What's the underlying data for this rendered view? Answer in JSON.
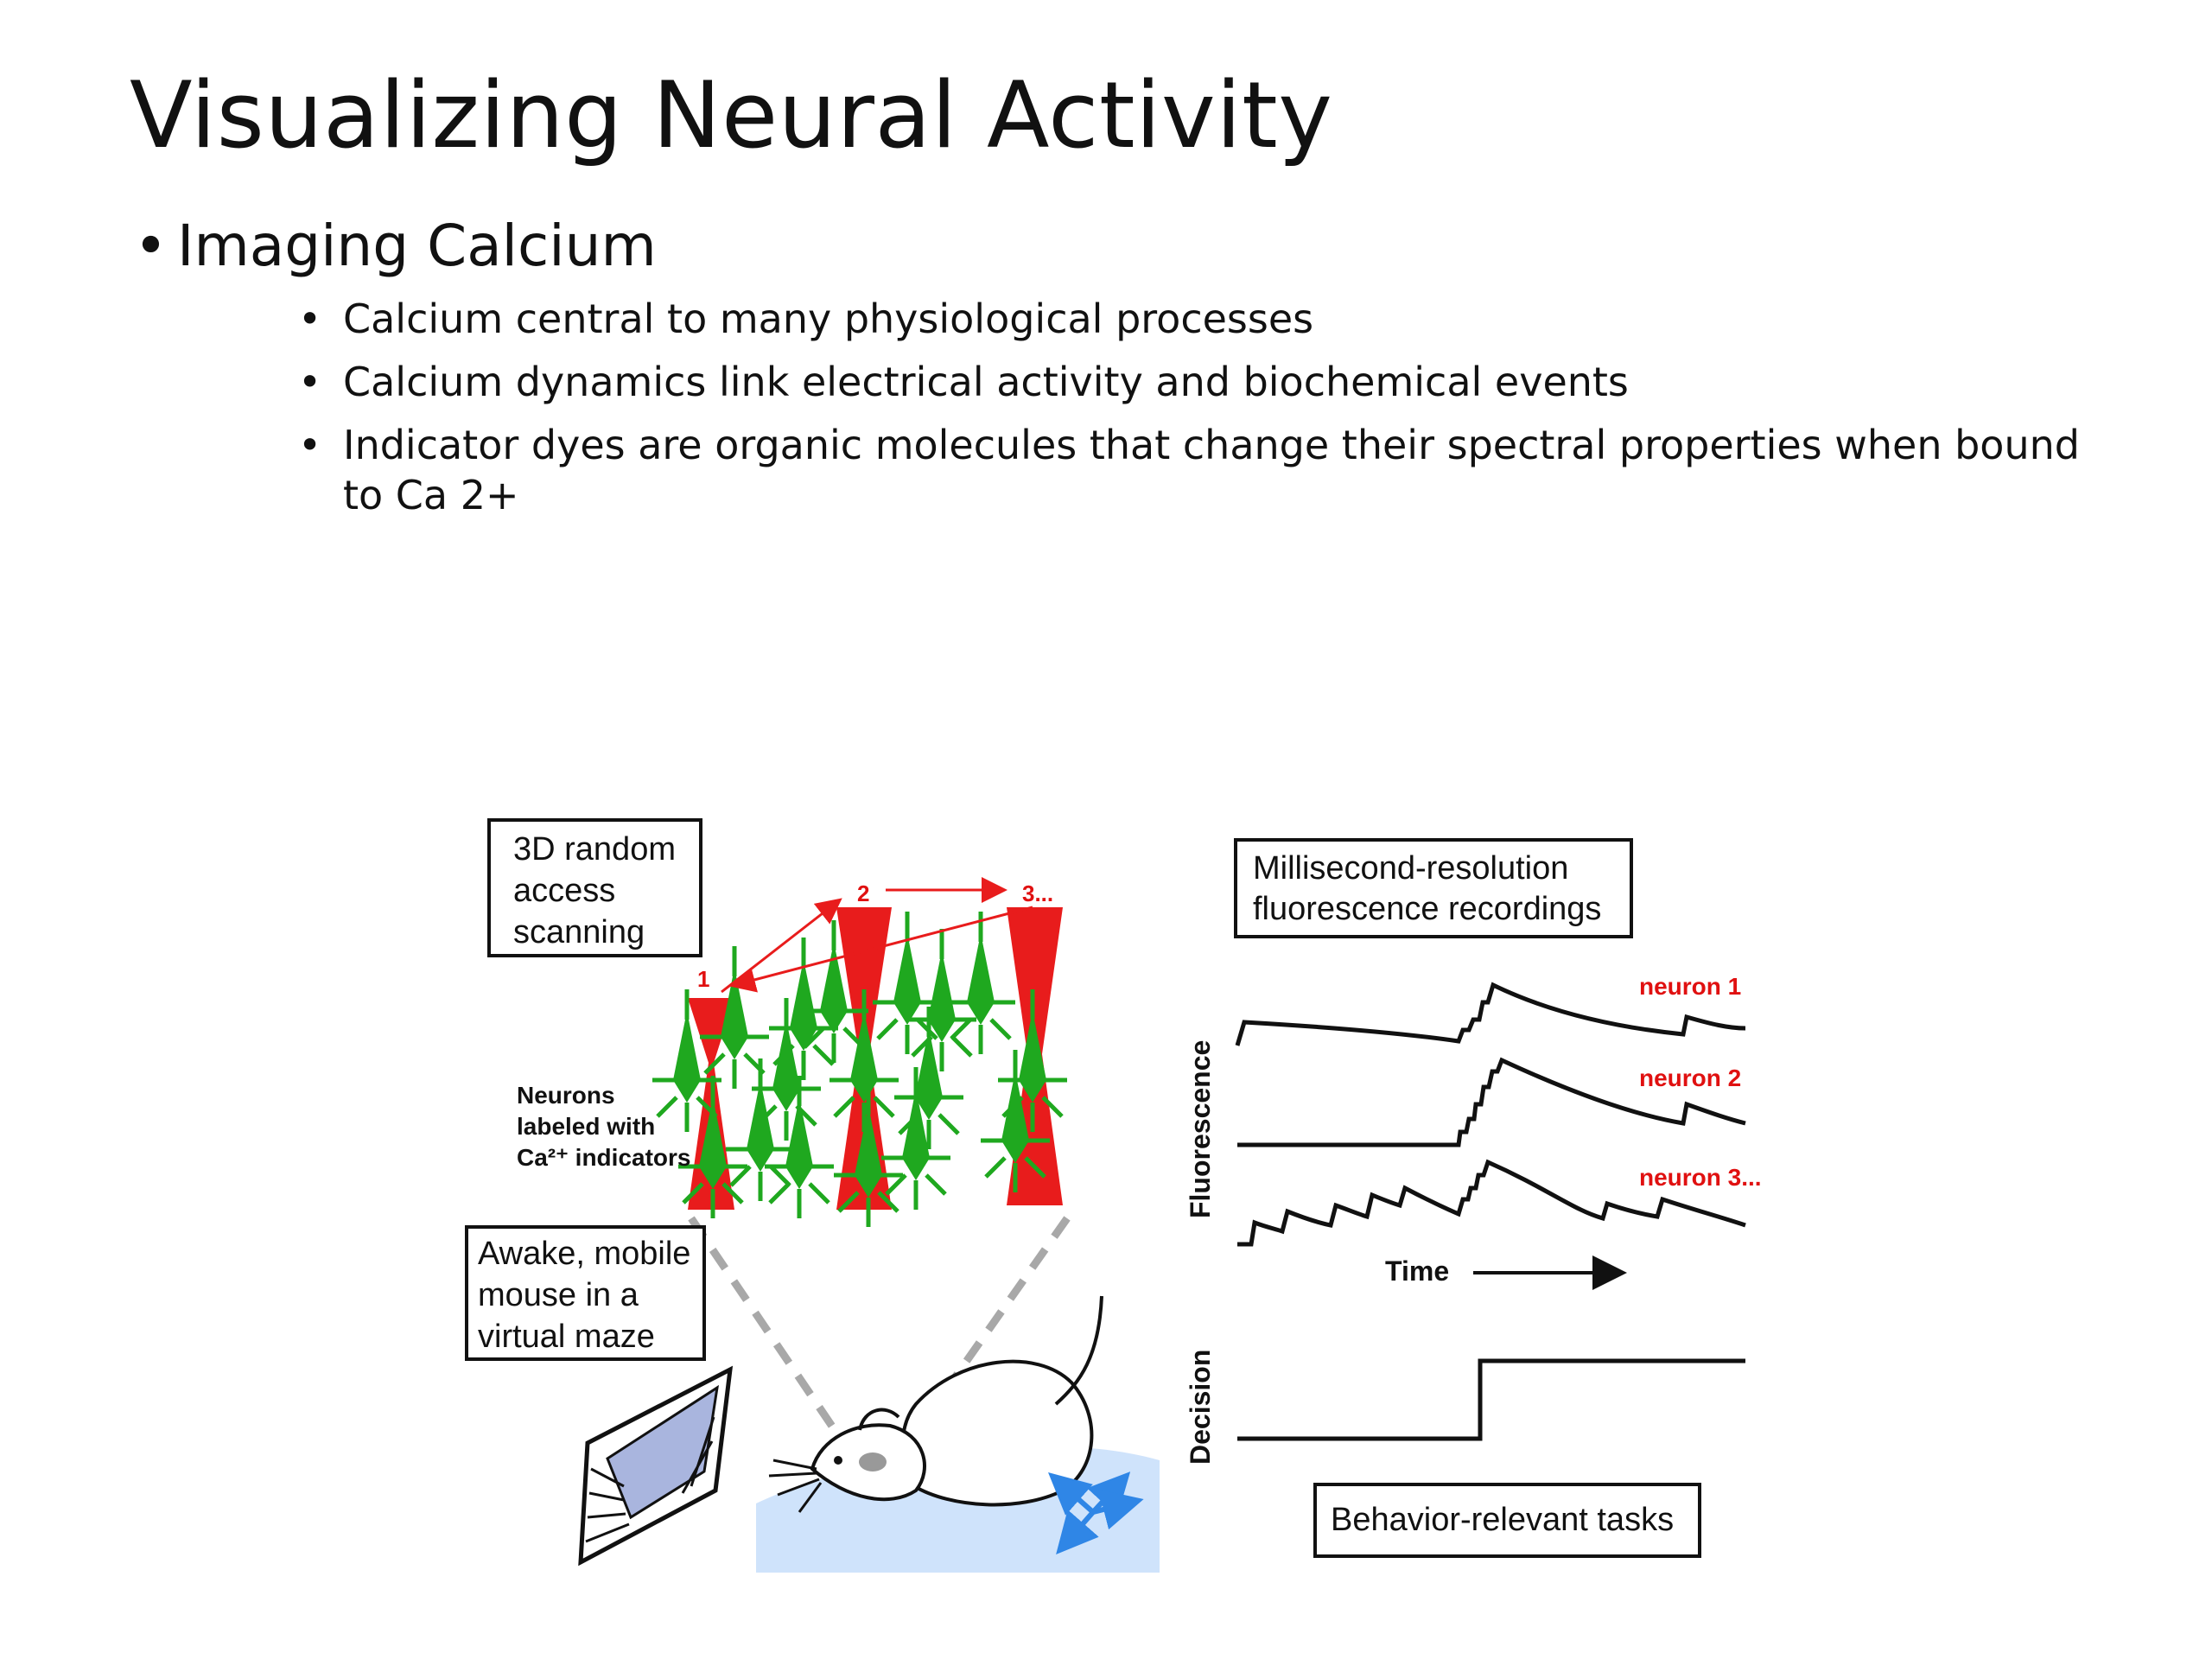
{
  "slide": {
    "title": "Visualizing Neural Activity",
    "bullet": "Imaging Calcium",
    "sub_bullets": [
      "Calcium central to many physiological processes",
      "Calcium dynamics link electrical activity and biochemical events",
      "Indicator dyes are organic molecules that change their spectral properties when bound to Ca 2+"
    ]
  },
  "figure": {
    "scan_box": [
      "3D random",
      "access",
      "scanning"
    ],
    "scan_steps": [
      "1",
      "2",
      "3..."
    ],
    "neurons_label": [
      "Neurons",
      "labeled with",
      "Ca²⁺ indicators"
    ],
    "mouse_box": [
      "Awake, mobile",
      "mouse in a",
      "virtual maze"
    ],
    "recording_box": [
      "Millisecond-resolution",
      "fluorescence recordings"
    ],
    "traces": [
      "neuron 1",
      "neuron 2",
      "neuron 3..."
    ],
    "fluorescence_axis": "Fluorescence",
    "time_axis": "Time",
    "decision_axis": "Decision",
    "task_box": "Behavior-relevant tasks"
  },
  "colors": {
    "laser": "#e81c1c",
    "neuron": "#1fa81f",
    "ball": "#cfe3fb",
    "arrows": "#2f86e6",
    "screen": "#a9b5de"
  }
}
